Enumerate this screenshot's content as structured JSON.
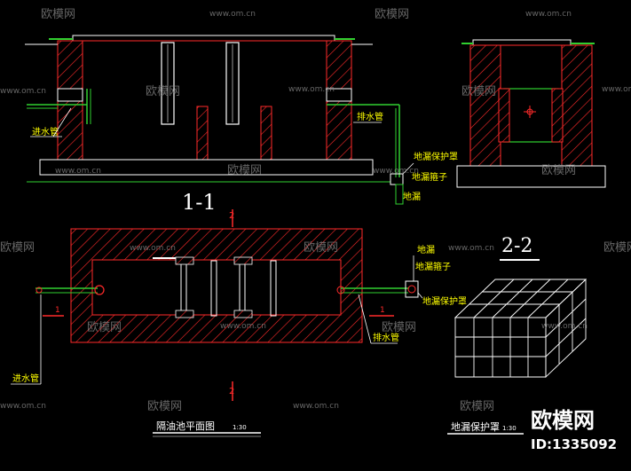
{
  "watermark": {
    "brand": "欧模网",
    "url": "www.om.cn",
    "id_label": "ID:1335092"
  },
  "section_1_1": {
    "title": "1-1",
    "inlet_label": "进水管",
    "outlet_label": "排水管",
    "cover_label": "地漏保护罩",
    "collar_label": "地漏箍子",
    "drain_label": "地漏"
  },
  "section_2_2": {
    "title": "2-2"
  },
  "plan": {
    "title": "隔油池平面图",
    "scale": "1:30",
    "cut_mark": "2",
    "cut_mark_side": "1",
    "inlet_label": "进水管",
    "outlet_label": "排水管",
    "drain_label": "地漏",
    "collar_label": "地漏箍子",
    "cover_label": "地漏保护罩"
  },
  "cover_view": {
    "title": "地漏保护罩",
    "scale": "1:30"
  },
  "colors": {
    "background": "#000000",
    "wall_red": "#ff2a2a",
    "line_white": "#ffffff",
    "pipe_green": "#30d030",
    "text_yellow": "#ffff00"
  }
}
